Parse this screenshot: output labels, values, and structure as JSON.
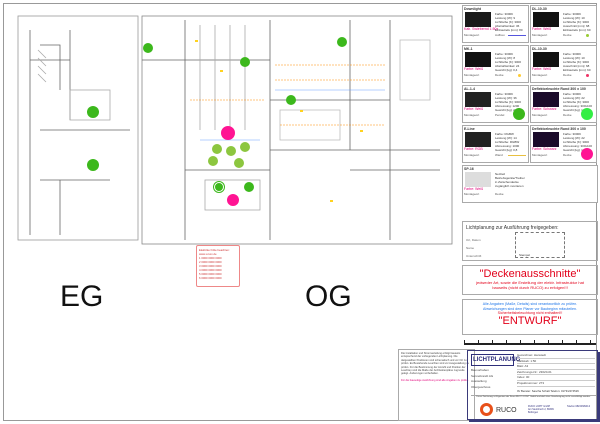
{
  "floors": {
    "eg": "EG",
    "og": "OG"
  },
  "legend": {
    "title": "Elektriker bitte beachten: www.xxxxx.de",
    "rows": [
      "1  0000 0000 0000",
      "2  0000 0000 0000",
      "3  0000 0000 0000",
      "4  0000 0000 0000",
      "5  0000 0000 0000",
      "6  0000 0000 0000"
    ]
  },
  "cards": [
    {
      "title": "Downlight",
      "tag": "Kab. Swiebernd 1:50x",
      "code": "Farbe: 3000K",
      "rows": [
        "Leistung [W]: 9",
        "Lichtfarbe [K]: 3000",
        "Abstrahlwinkel: 36",
        "Einbautiefe [mm]: 80"
      ],
      "note": "Montageort",
      "install": "Aufbau"
    },
    {
      "title": "DL-10-30",
      "tag": "Farbe: Weiß",
      "code": "Farbe: 3000K",
      "rows": [
        "Leistung [W]: 10",
        "Lichtfarbe [K]: 3000",
        "Ausschnitt [mm]: 68",
        "Einbautiefe [mm]: 60"
      ],
      "note": "Montageort",
      "install": "Decke"
    },
    {
      "title": "MK-1",
      "tag": "Farbe: Weiß",
      "code": "Farbe: 3000K",
      "rows": [
        "Leistung [W]: 8",
        "Lichtfarbe [K]: 3000",
        "Abstrahlwinkel: 24",
        "Gewicht [kg]: 0,4"
      ],
      "note": "Montageort",
      "install": "Decke"
    },
    {
      "title": "DL-10-30",
      "tag": "Farbe: Weiß",
      "code": "Farbe: 3000K",
      "rows": [
        "Leistung [W]: 10",
        "Lichtfarbe [K]: 3000",
        "Ausschnitt [mm]: 68",
        "Einbautiefe [mm]: 60"
      ],
      "note": "Montageort",
      "install": "Decke"
    },
    {
      "title": "AL-1-4",
      "tag": "Farbe: Weiß",
      "code": "Farbe: 3000K",
      "rows": [
        "Leistung [W]: 36",
        "Lichtfarbe [K]: 3000",
        "Abmessung: 1200",
        "Gewicht [kg]: 2,1"
      ],
      "note": "Montageort",
      "install": "Pendel"
    },
    {
      "title": "Deflektorleuchte Rund 300 x 100",
      "tag": "Farbe: Schwarz",
      "code": "Farbe: 3000K",
      "rows": [
        "Leistung [W]: 22",
        "Lichtfarbe [K]: 3000",
        "Abmessung: 300x100",
        "Gewicht [kg]: 1,2"
      ],
      "note": "Montageort",
      "install": "Decke"
    },
    {
      "title": "E-Line",
      "tag": "Farbe: RGB",
      "code": "Farbe: RGBW",
      "rows": [
        "Leistung [W]: 14",
        "Lichtfarbe: RGBW",
        "Abmessung: 1000",
        "Gewicht [kg]: 0,8"
      ],
      "note": "Montageort",
      "install": "Wand"
    },
    {
      "title": "Deflektorleuchte Rund 300 x 100",
      "tag": "Farbe: Schwarz",
      "code": "Farbe: 3000K",
      "rows": [
        "Leistung [W]: 22",
        "Lichtfarbe [K]: 3000",
        "Abmessung: 300x100",
        "Gewicht [kg]: 1,2"
      ],
      "note": "Montageort",
      "install": "Decke"
    },
    {
      "title": "SP-16",
      "tag": "Farbe: Weiß",
      "code": "Netzteil",
      "rows": [
        "Betriebsgeräte/Treiber",
        "in Zwischendecke",
        "zugänglich montieren"
      ],
      "note": "Montageort",
      "install": "Decke"
    }
  ],
  "stamp": {
    "title": "Lichtplanung zur Ausführung freigegeben:",
    "fields": [
      "Ort, Datum",
      "Name",
      "Unterschrift"
    ],
    "sign": "Stempel"
  },
  "ceiling": {
    "title": "\"Deckenausschnitte\"",
    "text": "jedweder Art, sowie die Erstellung der elektr. Infrastruktur hat bauseits (nicht durch RUCO) zu erfolgen!!!"
  },
  "draft": {
    "text1": "Alle Angaben (Maße, Details) sind verantwortlich zu prüfen. Abweichungen sind dem Planer vor Baubeginn mitzuteilen.",
    "text2": "Sicherheitsbeleuchtung nicht enthalten!!!",
    "title": "\"ENTWURF\""
  },
  "notes": {
    "text": "Die Installation und Stromverteilung erfolgt bauseits entsprechend der vorliegenden Lichtplanung. Die dargestellten Positionen sind schematisch und vor Ort zu prüfen. Es Bestehende Leuchten sind vor Ausgestaltung zu prüfen. Für die Bestimmung der Anzahl und Position der Leuchten sind die Maße der Architektenpläne zugrunde gelegt. Änderungen vorbehalten.",
    "warning": "Für die bauseitige Ausführung sind alle Angaben zu prüfen."
  },
  "title_block": {
    "heading": "LICHTPLANUNG",
    "project_label": "Bauvorhaben",
    "project": [
      "Sennebrandt AG",
      "Ausstellung",
      "Obergeschoss"
    ],
    "fields": [
      [
        "Gezeichnet",
        "Hanstedt"
      ],
      [
        "Maßstab",
        "1:50"
      ],
      [
        "Blatt",
        "A3"
      ],
      [
        "Zeichnungs-Nr.",
        "23020-01"
      ],
      [
        "Index",
        "00"
      ],
      [
        "Projektnummer",
        "273"
      ]
    ],
    "contact": "Ihr Berater: Sascha Schalt   Telefon: 0173/2474526",
    "disclaimer": "Diese Zeichnung ist Eigentum der Firma RUCO LICHT GmbH und darf ohne Genehmigung nicht vervielfältigt werden.",
    "company": "RUCO",
    "company_sub": "RUCO LICHT GmbH",
    "address": "Am Steinbruch 2, 86399 Bobingen",
    "phone": "Telefon 08234/9600-0"
  },
  "colors": {
    "green": "#3cb81c",
    "magenta": "#ff1493",
    "red": "#e2001a",
    "blue": "#1a73e8",
    "navy": "#2e2e7a"
  }
}
